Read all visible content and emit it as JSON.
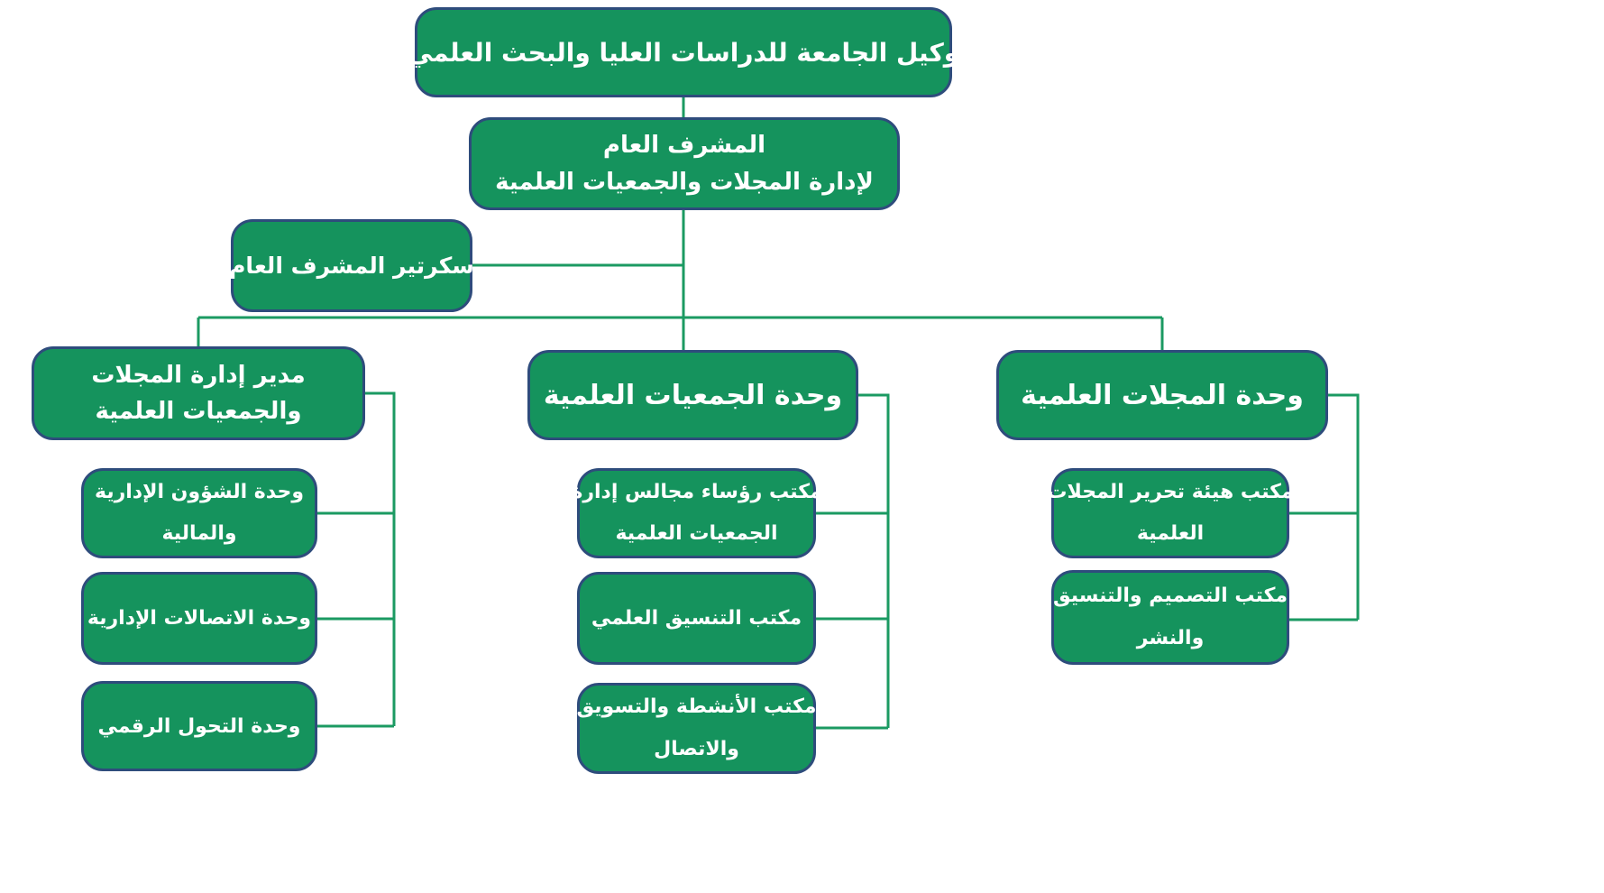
{
  "palette": {
    "node_fill": "#15935D",
    "node_border": "#2E4C7C",
    "connector": "#1B9A62",
    "text": "#FFFFFF",
    "background": "#FFFFFF"
  },
  "nodes": {
    "vice_rector": {
      "lines": [
        "وكيل الجامعة للدراسات العليا والبحث العلمي"
      ]
    },
    "general_supervisor": {
      "lines": [
        "المشرف العام",
        "لإدارة المجلات والجمعيات العلمية"
      ]
    },
    "secretary": {
      "lines": [
        "سكرتير المشرف العام"
      ]
    },
    "journals_societies_director": {
      "lines": [
        "مدير إدارة المجلات",
        "والجمعيات العلمية"
      ]
    },
    "admin_financial_unit": {
      "lines": [
        "وحدة الشؤون الإدارية",
        "والمالية"
      ]
    },
    "admin_communications_unit": {
      "lines": [
        "وحدة الاتصالات الإدارية"
      ]
    },
    "digital_transformation_unit": {
      "lines": [
        "وحدة التحول الرقمي"
      ]
    },
    "scientific_societies_unit": {
      "lines": [
        "وحدة الجمعيات العلمية"
      ]
    },
    "societies_boards_chairs_office": {
      "lines": [
        "مكتب رؤساء مجالس إدارة",
        "الجمعيات العلمية"
      ]
    },
    "scientific_coordination_office": {
      "lines": [
        "مكتب التنسيق العلمي"
      ]
    },
    "activities_marketing_communication_office": {
      "lines": [
        "مكتب الأنشطة والتسويق",
        "والاتصال"
      ]
    },
    "scientific_journals_unit": {
      "lines": [
        "وحدة المجلات العلمية"
      ]
    },
    "journals_editorial_board_office": {
      "lines": [
        "مكتب هيئة تحرير المجلات",
        "العلمية"
      ]
    },
    "design_coordination_publishing_office": {
      "lines": [
        "مكتب التصميم والتنسيق",
        "والنشر"
      ]
    }
  },
  "hierarchy": [
    {
      "parent": "vice_rector",
      "child": "general_supervisor"
    },
    {
      "parent": "general_supervisor",
      "child": "secretary",
      "relation": "assistant"
    },
    {
      "parent": "general_supervisor",
      "child": "journals_societies_director"
    },
    {
      "parent": "general_supervisor",
      "child": "scientific_societies_unit"
    },
    {
      "parent": "general_supervisor",
      "child": "scientific_journals_unit"
    },
    {
      "parent": "journals_societies_director",
      "child": "admin_financial_unit"
    },
    {
      "parent": "journals_societies_director",
      "child": "admin_communications_unit"
    },
    {
      "parent": "journals_societies_director",
      "child": "digital_transformation_unit"
    },
    {
      "parent": "scientific_societies_unit",
      "child": "societies_boards_chairs_office"
    },
    {
      "parent": "scientific_societies_unit",
      "child": "scientific_coordination_office"
    },
    {
      "parent": "scientific_societies_unit",
      "child": "activities_marketing_communication_office"
    },
    {
      "parent": "scientific_journals_unit",
      "child": "journals_editorial_board_office"
    },
    {
      "parent": "scientific_journals_unit",
      "child": "design_coordination_publishing_office"
    }
  ]
}
